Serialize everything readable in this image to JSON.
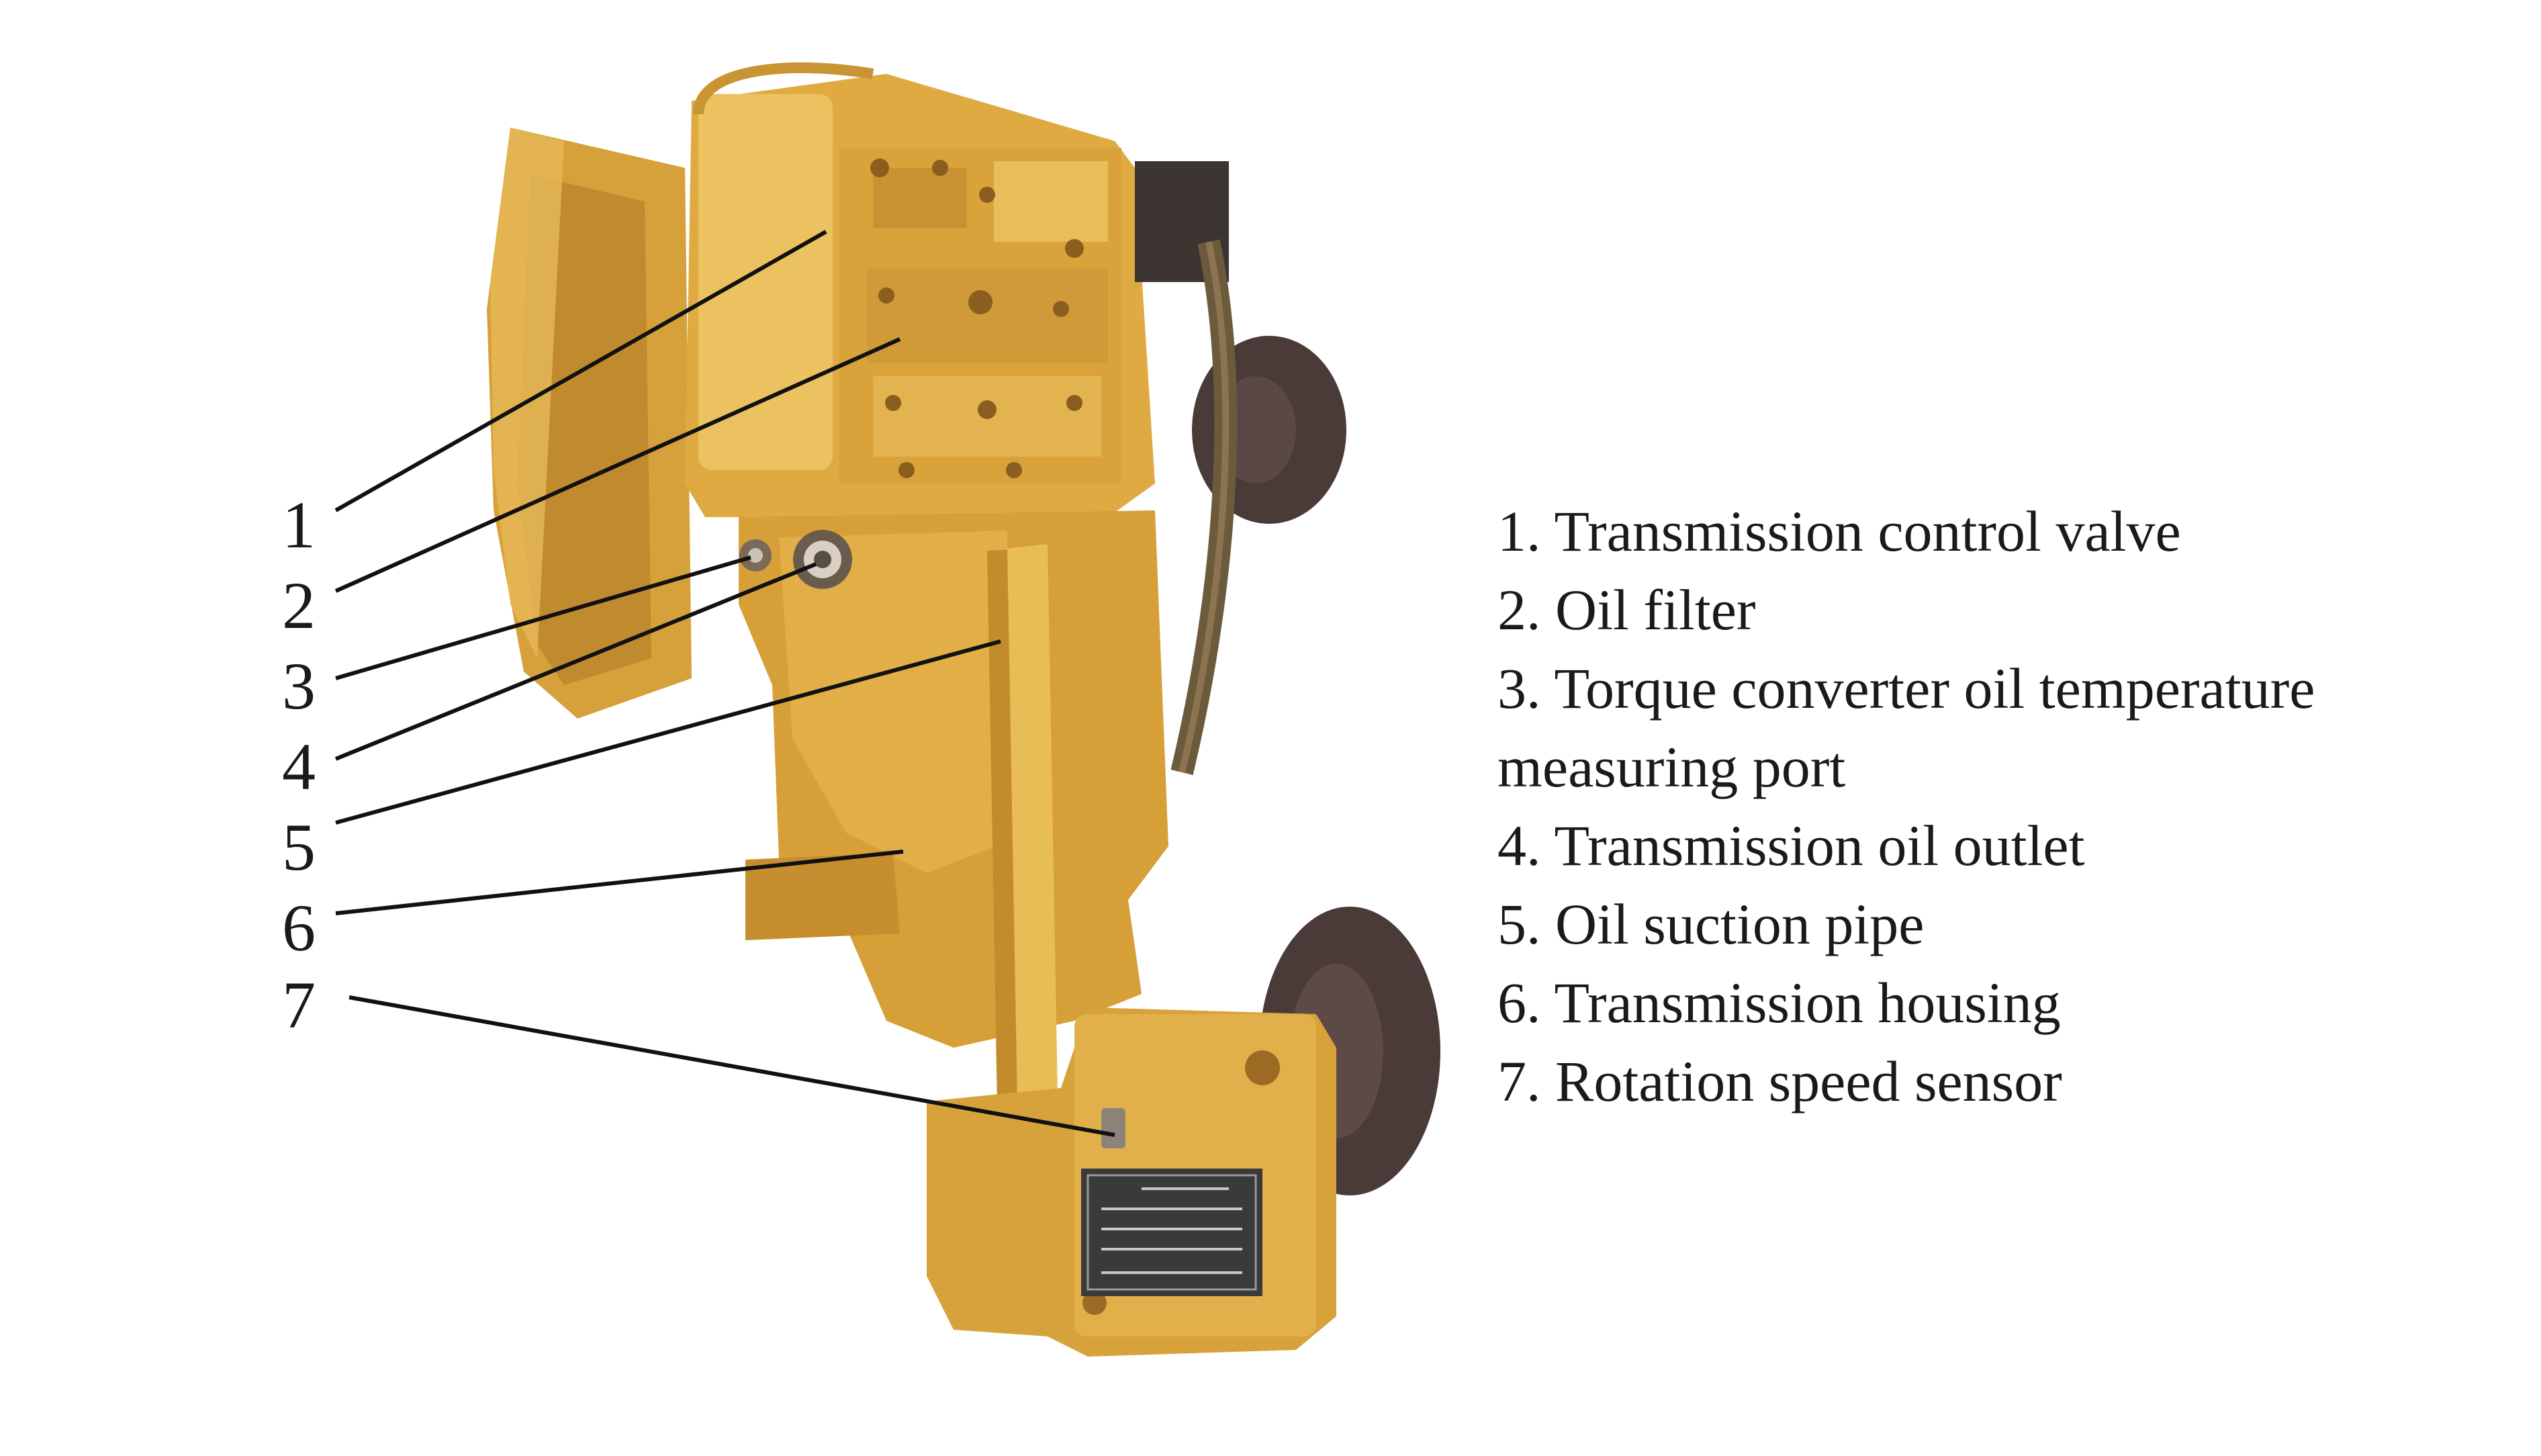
{
  "figure": {
    "callouts": [
      "1",
      "2",
      "3",
      "4",
      "5",
      "6",
      "7"
    ],
    "legend_lines": [
      "1. Transmission control valve",
      "2. Oil filter",
      "3. Torque converter oil temperature",
      "measuring port",
      "4. Transmission oil outlet",
      "5. Oil suction pipe",
      "6. Transmission housing",
      "7. Rotation speed sensor"
    ],
    "colors": {
      "housing": "#dba63e",
      "housing_light": "#ecc463",
      "housing_shadow": "#b9822a",
      "dark_rubber": "#4a3a38",
      "plate": "#3a3a3a",
      "leader": "#111111",
      "text": "#1a1a1a"
    }
  }
}
